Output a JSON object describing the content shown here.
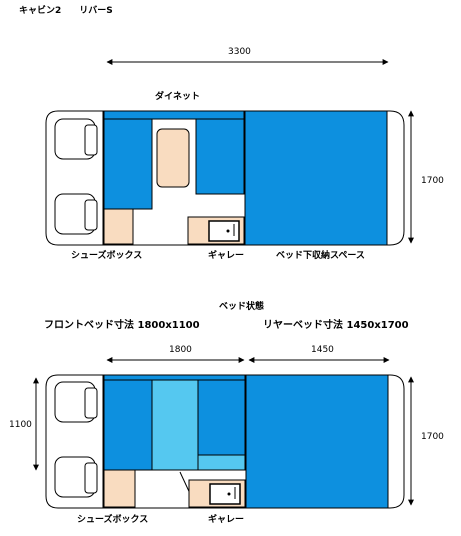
{
  "header": {
    "title": "キャビン2　　リバーS"
  },
  "top_plan": {
    "dim_length": "3300",
    "dim_height": "1700",
    "labels": {
      "dinette": "ダイネット",
      "shoe_box": "シューズボックス",
      "galley": "ギャレー",
      "storage": "ベッド下収納スペース"
    }
  },
  "bed_plan": {
    "title": "ベッド状態",
    "front_bed": "フロントベッド寸法 1800x1100",
    "rear_bed": "リヤーベッド寸法 1450x1700",
    "dim_front_len": "1800",
    "dim_rear_len": "1450",
    "dim_front_height": "1100",
    "dim_rear_height": "1700",
    "labels": {
      "shoe_box": "シューズボックス",
      "galley": "ギャレー"
    }
  },
  "colors": {
    "bed_blue": "#0d90df",
    "light_blue": "#55c8f0",
    "wood": "#f9dcc0",
    "outline": "#000000",
    "dark_blue": "#1070c0"
  }
}
